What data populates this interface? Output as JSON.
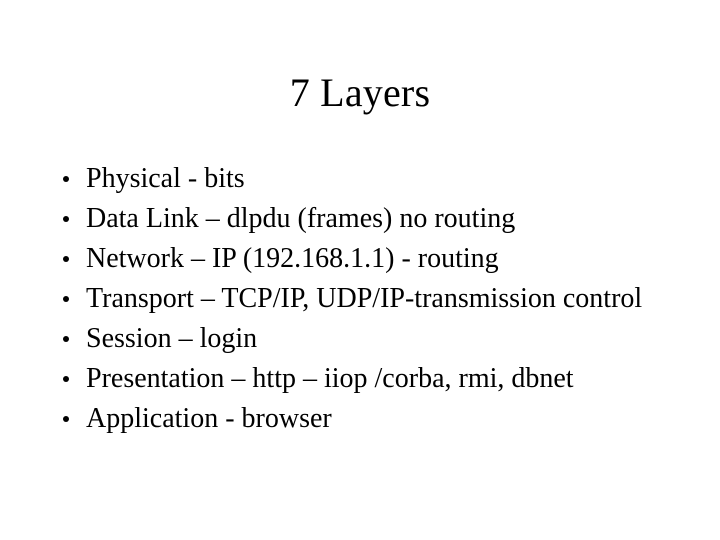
{
  "slide": {
    "title": "7 Layers",
    "background_color": "#ffffff",
    "text_color": "#000000",
    "bullet_glyph": "round-bullet",
    "items": [
      {
        "label": "Physical - bits"
      },
      {
        "label": "Data Link – dlpdu (frames) no routing"
      },
      {
        "label": "Network – IP (192.168.1.1) - routing"
      },
      {
        "label": "Transport – TCP/IP, UDP/IP-transmission control"
      },
      {
        "label": "Session – login"
      },
      {
        "label": "Presentation – http – iiop /corba, rmi, dbnet"
      },
      {
        "label": "Application - browser"
      }
    ]
  }
}
